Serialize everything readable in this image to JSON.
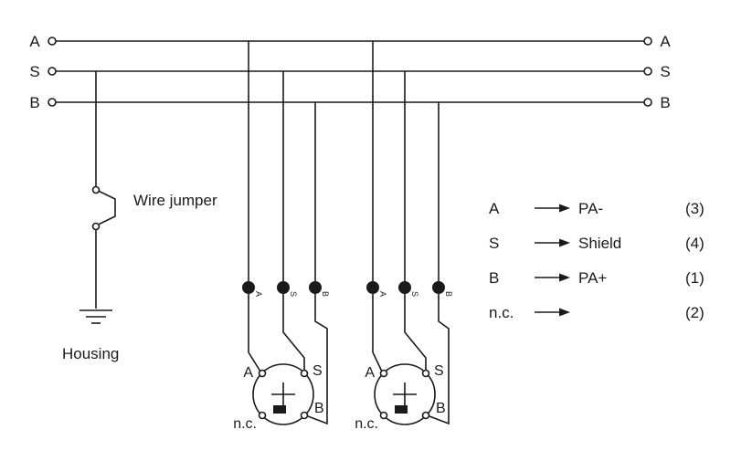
{
  "bus_lines": [
    {
      "name": "A",
      "left_label": "A",
      "right_label": "A"
    },
    {
      "name": "S",
      "left_label": "S",
      "right_label": "S"
    },
    {
      "name": "B",
      "left_label": "B",
      "right_label": "B"
    }
  ],
  "labels": {
    "wire_jumper": "Wire jumper",
    "housing": "Housing"
  },
  "connectors": [
    {
      "terminal_labels": [
        "A",
        "S",
        "B"
      ],
      "pin_labels": {
        "a": "A",
        "s": "S",
        "b": "B",
        "nc": "n.c."
      }
    },
    {
      "terminal_labels": [
        "A",
        "S",
        "B"
      ],
      "pin_labels": {
        "a": "A",
        "s": "S",
        "b": "B",
        "nc": "n.c."
      }
    }
  ],
  "legend": {
    "rows": [
      {
        "signal": "A",
        "function": "PA-",
        "terminal": "(3)"
      },
      {
        "signal": "S",
        "function": "Shield",
        "terminal": "(4)"
      },
      {
        "signal": "B",
        "function": "PA+",
        "terminal": "(1)"
      },
      {
        "signal": "n.c.",
        "function": "",
        "terminal": "(2)"
      }
    ]
  },
  "colors": {
    "line": "#1a1a1a",
    "background": "#ffffff"
  }
}
